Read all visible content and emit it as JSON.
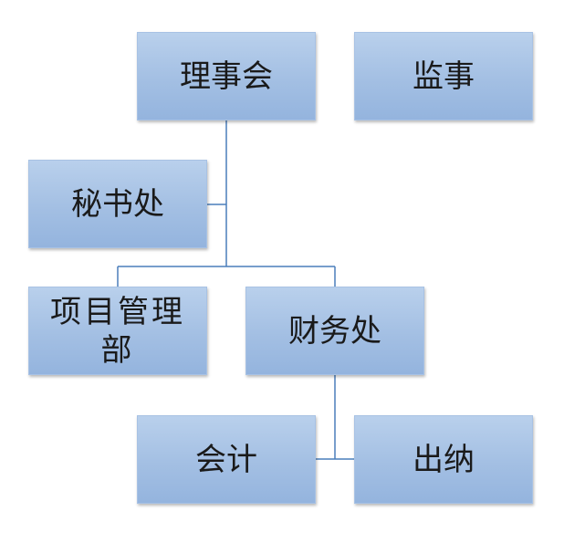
{
  "nodes": {
    "council": "理事会",
    "supervisor": "监事",
    "secretariat": "秘书处",
    "project_management": "项目管理部",
    "finance": "财务处",
    "accounting": "会计",
    "cashier": "出纳"
  },
  "colors": {
    "box_top": "#b9d0ec",
    "box_bottom": "#94b4de",
    "connector": "#4a7ebb",
    "text": "#1a1a1a"
  }
}
